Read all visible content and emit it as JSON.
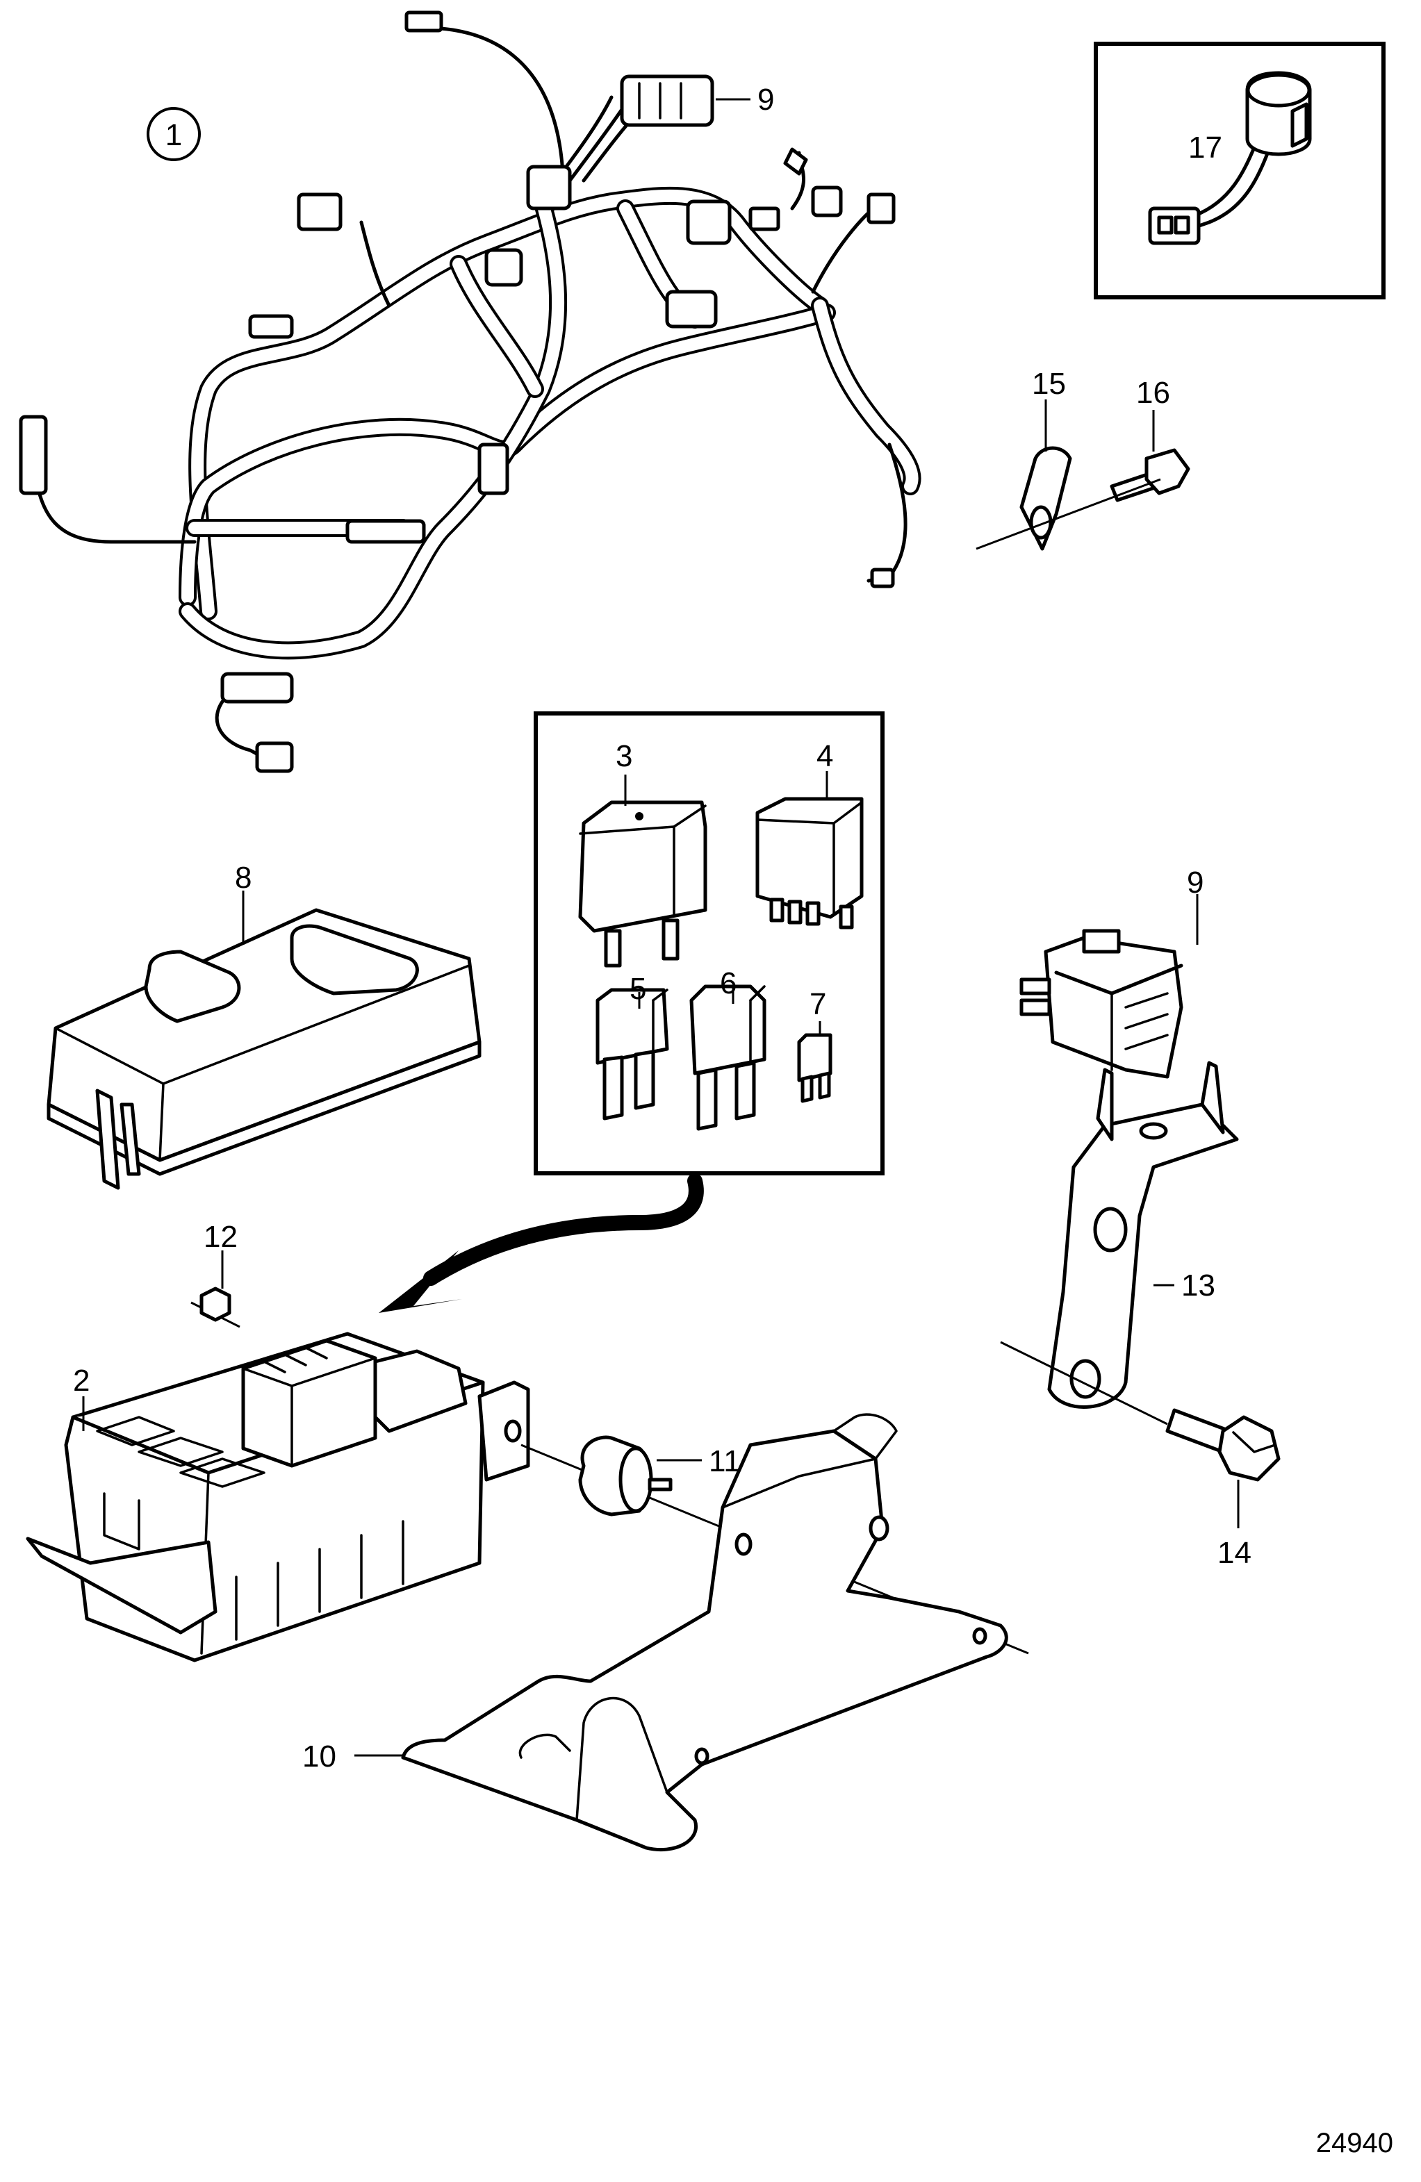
{
  "figure_id": "24940",
  "callouts": {
    "c1": "1",
    "c2": "2",
    "c3": "3",
    "c4": "4",
    "c5": "5",
    "c6": "6",
    "c7": "7",
    "c8": "8",
    "c9a": "9",
    "c9b": "9",
    "c10": "10",
    "c11": "11",
    "c12": "12",
    "c13": "13",
    "c14": "14",
    "c15": "15",
    "c16": "16",
    "c17": "17"
  }
}
